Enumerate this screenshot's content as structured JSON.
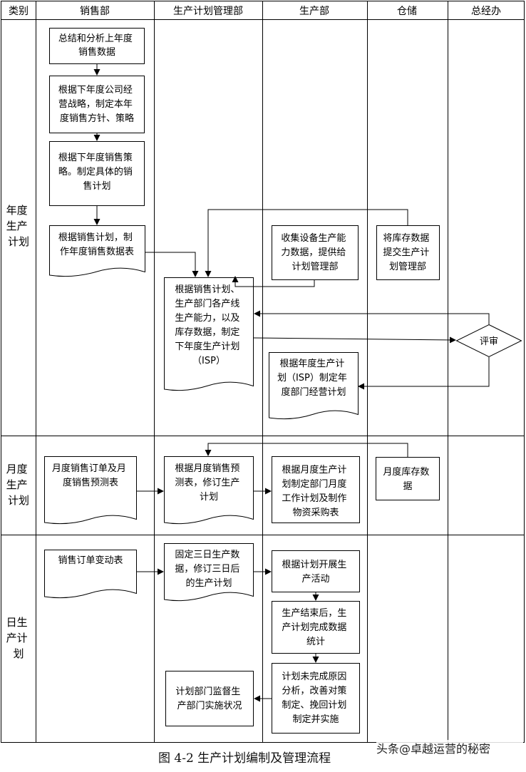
{
  "headers": {
    "category": "类别",
    "sales": "销售部",
    "planning": "生产计划管理部",
    "production": "生产部",
    "warehouse": "仓储",
    "gm": "总经办"
  },
  "rows": {
    "annual": [
      "年度",
      "生产",
      "计划"
    ],
    "monthly": [
      "月度",
      "生产",
      "计划"
    ],
    "daily": [
      "日生",
      "产计",
      "划"
    ]
  },
  "steps": {
    "s1": [
      "总结和分析上年度",
      "销售数据"
    ],
    "s2": [
      "根据下年度公司经",
      "营战略，制定本年",
      "度销售方针、策略"
    ],
    "s3": [
      "根据下年度销售策",
      "略。制定具体的销",
      "售计划"
    ],
    "s4": [
      "根据销售计划，制",
      "作年度销售数据表"
    ],
    "p1": [
      "收集设备生产能",
      "力数据，提供给",
      "计划管理部"
    ],
    "w1": [
      "将库存数据",
      "提交生产计",
      "划管理部"
    ],
    "c1": [
      "根据销售计划、",
      "生产部门各产线",
      "生产能力，以及",
      "库存数据，制定",
      "下年度生产计划",
      "（ISP）"
    ],
    "gm1": "评审",
    "p2": [
      "根据年度生产计",
      "划（ISP）制定年",
      "度部门经营计划"
    ],
    "m1": [
      "月度销售订单及月",
      "度销售预测表"
    ],
    "m2": [
      "根据月度销售预",
      "测表，修订生产",
      "计划"
    ],
    "m3": [
      "根据月度生产计",
      "划制定部门月度",
      "工作计划及制作",
      "物资采购表"
    ],
    "m4": [
      "月度库存数",
      "据"
    ],
    "d1": [
      "销售订单变动表"
    ],
    "d2": [
      "固定三日生产数",
      "据，修订三日后",
      "的生产计划"
    ],
    "d3": [
      "根据计划开展生",
      "产活动"
    ],
    "d4": [
      "生产结束后，生",
      "产计划完成数据",
      "统计"
    ],
    "d5": [
      "计划未完成原因",
      "分析，改善对策",
      "制定、挽回计划",
      "制定并实施"
    ],
    "d6": [
      "计划部门监督生",
      "产部门实施状况"
    ]
  },
  "caption": "图 4-2 生产计划编制及管理流程",
  "watermark": "头条@卓越运营的秘密"
}
